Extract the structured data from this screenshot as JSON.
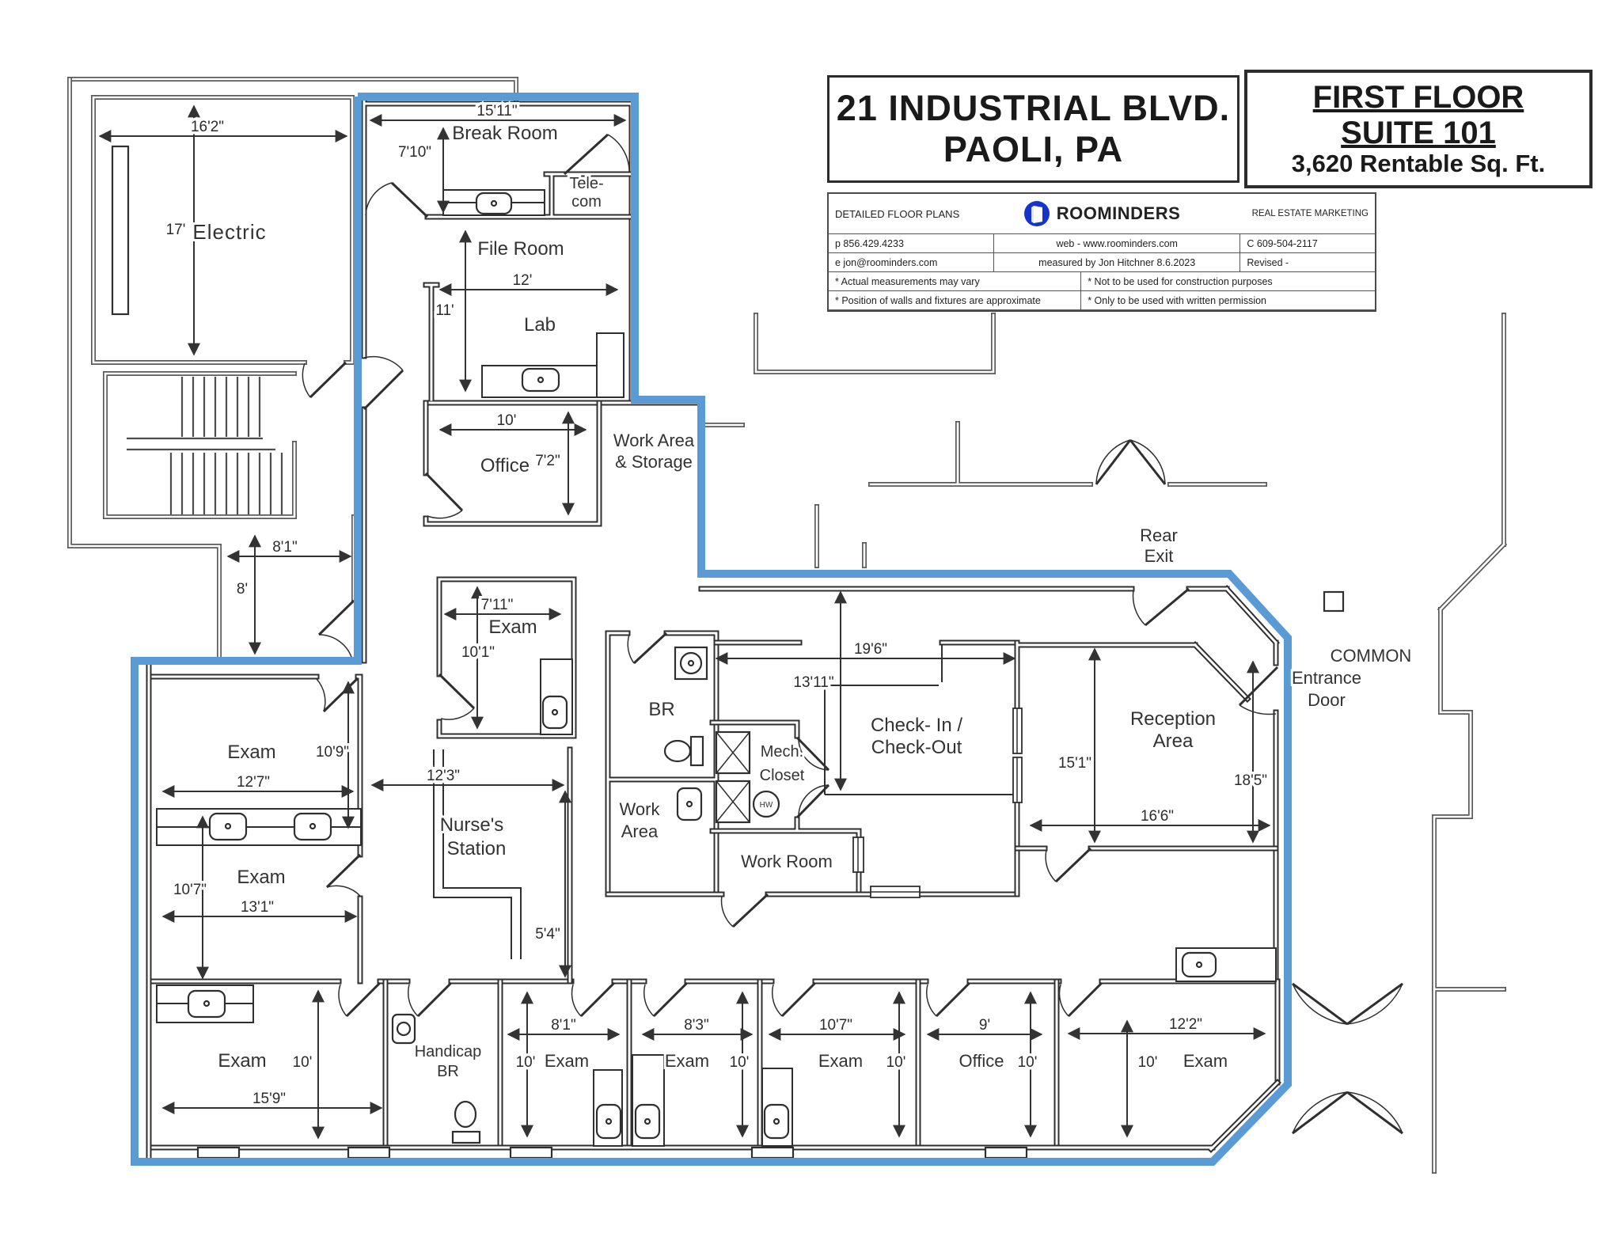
{
  "header": {
    "address_line1": "21 INDUSTRIAL BLVD.",
    "address_line2": "PAOLI, PA",
    "suite_line1": "FIRST FLOOR",
    "suite_line2": "SUITE 101",
    "suite_line3": "3,620 Rentable  Sq. Ft."
  },
  "vendor": {
    "tagline_left": "DETAILED FLOOR PLANS",
    "brand": "ROOMINDERS",
    "tagline_right": "REAL ESTATE MARKETING",
    "phone": "p    856.429.4233",
    "web": "web -  www.roominders.com",
    "cell": "C    609-504-2117",
    "email": "e    jon@roominders.com",
    "measured": "measured by  Jon Hitchner   8.6.2023",
    "revised": "Revised -",
    "note_measurements": "* Actual  measurements may vary",
    "note_construction": "* Not to  be used for  construction  purposes",
    "note_position": "* Position of  walls  and fixtures   are approximate",
    "note_permission": "* Only  to  be used with  written  permission"
  },
  "rooms": {
    "electric": "Electric",
    "break_room": "Break Room",
    "telecom_1": "Tele-",
    "telecom_2": "com",
    "file_room": "File Room",
    "lab": "Lab",
    "office_nw": "Office",
    "work_storage_1": "Work Area",
    "work_storage_2": "& Storage",
    "exam_mid": "Exam",
    "nurses_1": "Nurse's",
    "nurses_2": "Station",
    "exam_w1": "Exam",
    "exam_w2": "Exam",
    "br": "BR",
    "work_area_1": "Work",
    "work_area_2": "Area",
    "mech_1": "Mech.",
    "mech_2": "Closet",
    "hw": "HW",
    "work_room": "Work Room",
    "checkin_1": "Check- In /",
    "checkin_2": "Check-Out",
    "reception_1": "Reception",
    "reception_2": "Area",
    "rear_exit_1": "Rear",
    "rear_exit_2": "Exit",
    "common": "COMMON",
    "entrance_1": "Entrance",
    "entrance_2": "Door",
    "exam_s1": "Exam",
    "handicap_1": "Handicap",
    "handicap_2": "BR",
    "exam_s2": "Exam",
    "exam_s3": "Exam",
    "exam_s4": "Exam",
    "office_s": "Office",
    "exam_s5": "Exam"
  },
  "dims": {
    "electric_w": "16'2\"",
    "electric_h": "17'",
    "break_w": "15'11\"",
    "break_h": "7'10\"",
    "lab_w": "12'",
    "lab_h": "11'",
    "office_nw_w": "10'",
    "office_nw_h": "7'2\"",
    "hall_w": "8'1\"",
    "hall_h": "8'",
    "exam_mid_w": "7'11\"",
    "exam_mid_h": "10'1\"",
    "nurses_w": "12'3\"",
    "nurses_h": "5'4\"",
    "exam_w1_w": "12'7\"",
    "exam_w1_h": "10'9\"",
    "exam_w2_w": "13'1\"",
    "exam_w2_h": "10'7\"",
    "checkin_w": "19'6\"",
    "checkin_h": "13'11\"",
    "reception_h1": "15'1\"",
    "reception_w": "16'6\"",
    "reception_h2": "18'5\"",
    "exam_s1_w": "15'9\"",
    "exam_s1_h": "10'",
    "exam_s2_w": "8'1\"",
    "exam_s2_h": "10'",
    "exam_s3_w": "8'3\"",
    "exam_s3_h": "10'",
    "exam_s4_w": "10'7\"",
    "exam_s4_h": "10'",
    "office_s_w": "9'",
    "office_s_h": "10'",
    "exam_s5_w": "12'2\"",
    "exam_s5_h": "10'"
  },
  "colors": {
    "suite_boundary": "#5b9bd5",
    "wall_dark": "#2f2f2f",
    "wall_gray": "#5a5a5a",
    "logo_blue": "#1733cf"
  }
}
